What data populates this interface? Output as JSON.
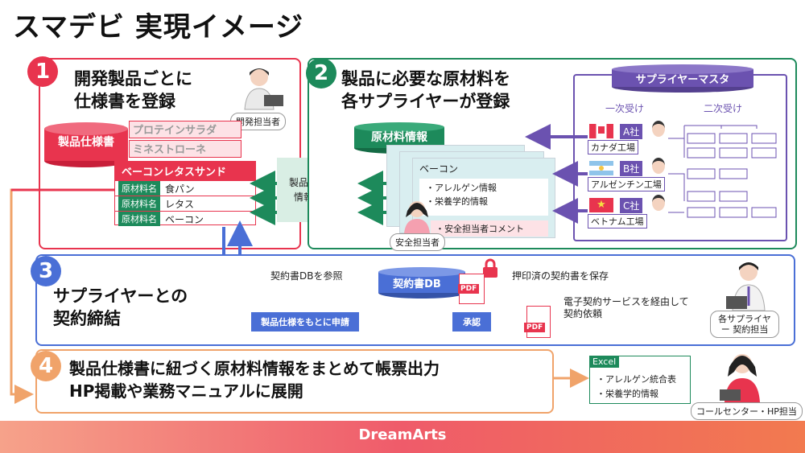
{
  "title": "スマデビ 実現イメージ",
  "steps": [
    {
      "num": "1",
      "title_line1": "開発製品ごとに",
      "title_line2": "仕様書を登録"
    },
    {
      "num": "2",
      "title_line1": "製品に必要な原材料を",
      "title_line2": "各サプライヤーが登録"
    },
    {
      "num": "3",
      "title_line1": "サプライヤーとの",
      "title_line2": "契約締結"
    },
    {
      "num": "4",
      "title_line1": "製品仕様書に紐づく原材料情報をまとめて帳票出力",
      "title_line2": "HP掲載や業務マニュアルに展開"
    }
  ],
  "roles": {
    "developer": "開発担当者",
    "safety": "安全担当者",
    "supplier_contract": "各サプライヤー 契約担当",
    "callcenter": "コールセンター・HP担当"
  },
  "spec": {
    "db_label": "製品仕様書",
    "sheet_back2": "プロテインサラダ",
    "sheet_back1": "ミネストローネ",
    "sheet_front": "ベーコンレタスサンド",
    "rows": [
      {
        "key": "原材料名",
        "value": "食パン"
      },
      {
        "key": "原材料名",
        "value": "レタス"
      },
      {
        "key": "原材料名",
        "value": "ベーコン"
      }
    ],
    "refer_label": "製品に必要な 情報を参照"
  },
  "material": {
    "header": "原材料情報",
    "name": "ベーコン",
    "items": [
      "・アレルゲン情報",
      "・栄養学的情報"
    ],
    "comment": "・安全担当者コメント"
  },
  "supplier_master": {
    "title": "サプライヤーマスタ",
    "col1": "一次受け",
    "col2": "二次受け",
    "suppliers": [
      {
        "name": "A社",
        "factory": "カナダ工場"
      },
      {
        "name": "B社",
        "factory": "アルゼンチン工場"
      },
      {
        "name": "C社",
        "factory": "ベトナム工場"
      }
    ]
  },
  "contract": {
    "db_label": "契約書DB",
    "refer": "契約書DBを参照",
    "save": "押印済の契約書を保存",
    "apply": "製品仕様をもとに申請",
    "approve": "承認",
    "via": "電子契約サービスを経由して 契約依頼",
    "pdf": "PDF"
  },
  "excel": {
    "tag": "Excel",
    "items": [
      "・アレルゲン統合表",
      "・栄養学的情報"
    ]
  },
  "brand": "DreamArts",
  "colors": {
    "red": "#e8344e",
    "green": "#1d8a5b",
    "purple": "#6b52b0",
    "blue": "#4a6fd6",
    "orange": "#f0a36a"
  }
}
